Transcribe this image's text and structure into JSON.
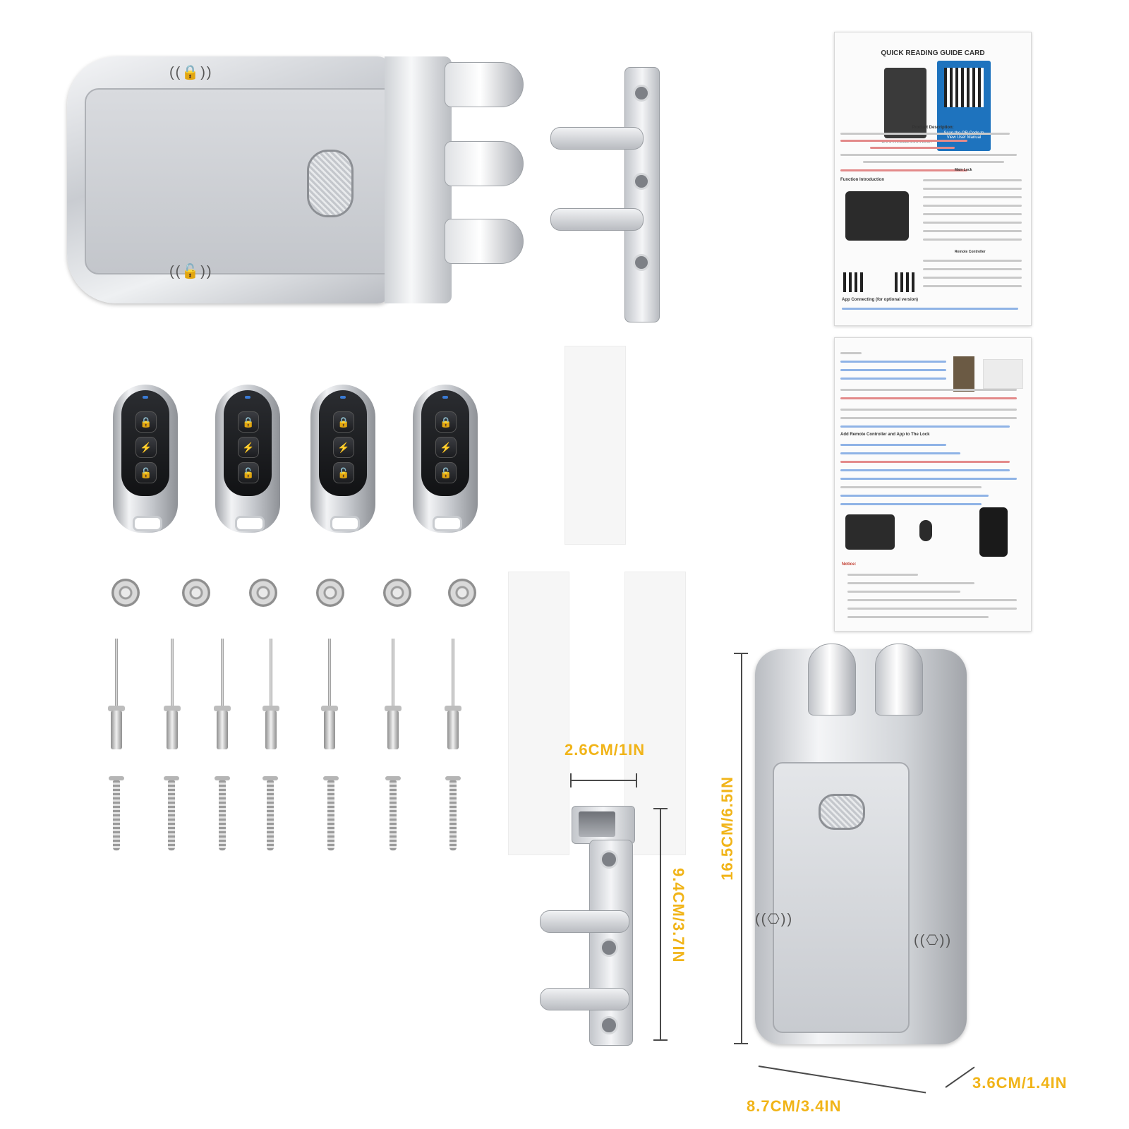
{
  "manual_card_1": {
    "title": "QUICK READING GUIDE CARD",
    "qr_caption": "Scan the QR Code to View User Manual",
    "product_caption": "WAFU INVISIBLE DOOR LOCK",
    "section_product": "Product Description:",
    "section_function": "Function Introduction",
    "section_main_lock": "Main Lock",
    "section_remote": "Remote Controller",
    "section_app": "App Connecting (for optional version)"
  },
  "manual_card_2": {
    "section_add": "Add Remote Controller and App to The Lock",
    "section_notice": "Notice:"
  },
  "dimensions": {
    "strike_width": "2.6CM/1IN",
    "strike_height": "9.4CM/3.7IN",
    "lock_height": "16.5CM/6.5IN",
    "lock_width": "8.7CM/3.4IN",
    "lock_depth": "3.6CM/1.4IN"
  },
  "icons": {
    "rfid": "((⎔))",
    "lock": "🔒",
    "bolt": "⚡",
    "unlock": "🔓"
  },
  "colors": {
    "dimension_text": "#f1b418",
    "qr_panel": "#1e73be"
  }
}
